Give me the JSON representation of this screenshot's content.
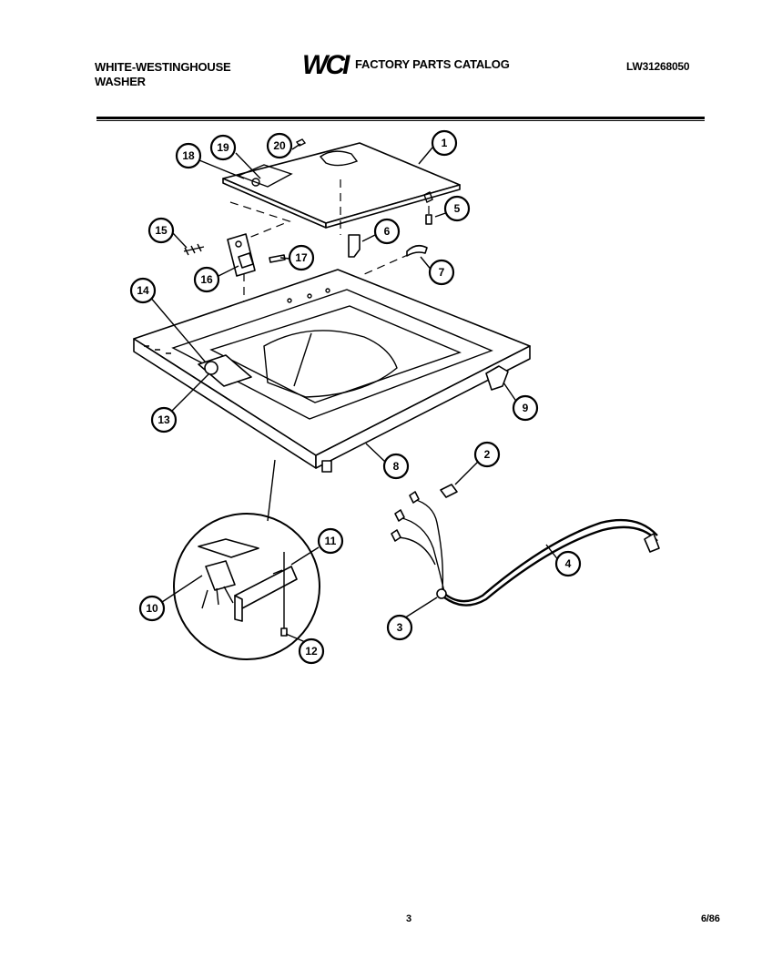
{
  "header": {
    "brand_line1": "WHITE-WESTINGHOUSE",
    "brand_line2": "WASHER",
    "logo_text": "WCI",
    "catalog_title": "FACTORY PARTS CATALOG",
    "model_number": "LW31268050"
  },
  "footer": {
    "page_number": "3",
    "date": "6/86"
  },
  "callouts": [
    "1",
    "2",
    "3",
    "4",
    "5",
    "6",
    "7",
    "8",
    "9",
    "10",
    "11",
    "12",
    "13",
    "14",
    "15",
    "16",
    "17",
    "18",
    "19",
    "20"
  ]
}
